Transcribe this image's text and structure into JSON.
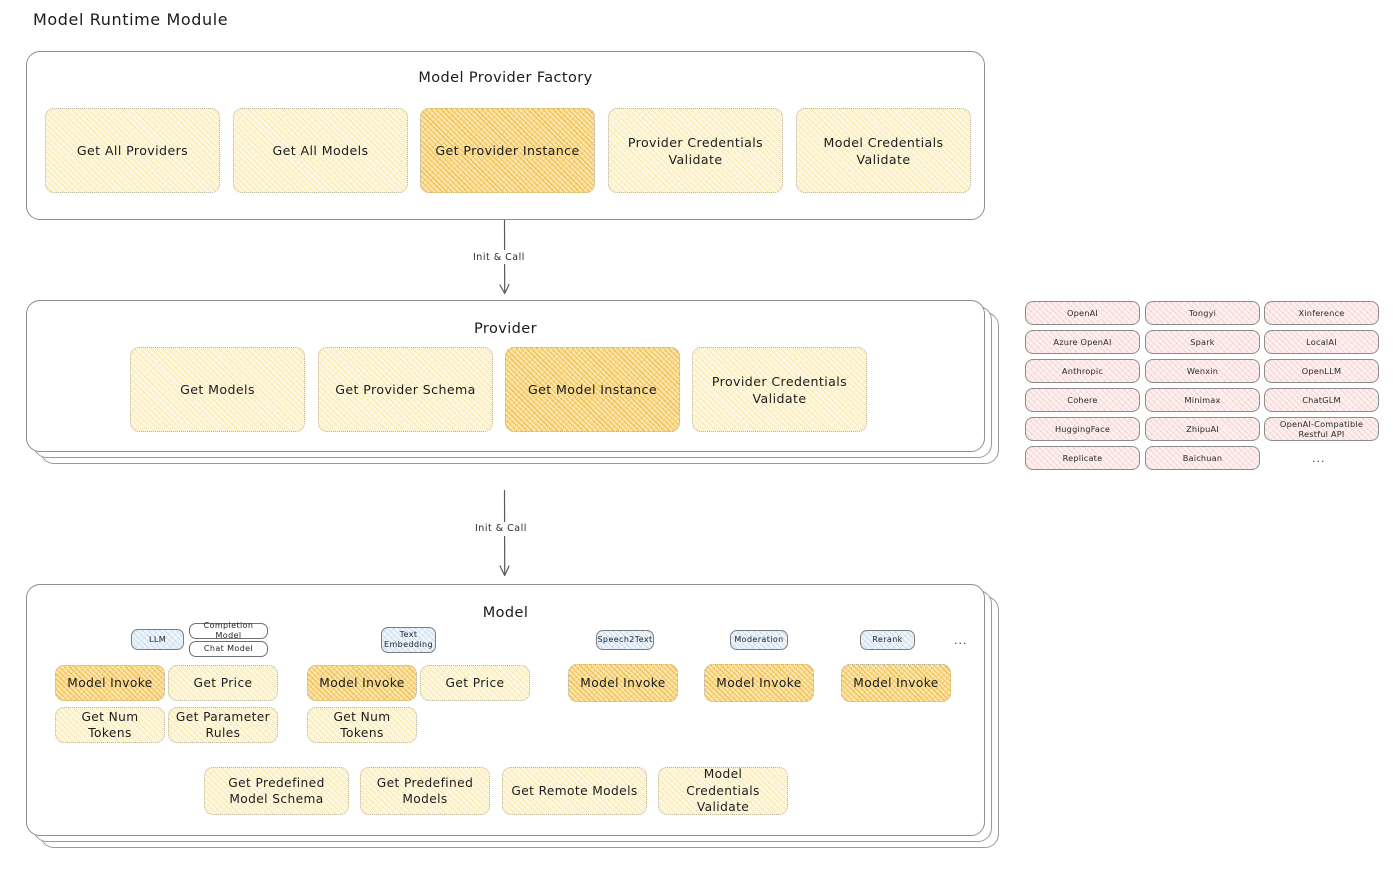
{
  "page": {
    "title": "Model Runtime Module"
  },
  "factory": {
    "title": "Model Provider Factory",
    "boxes": [
      {
        "label": "Get All Providers",
        "highlight": false
      },
      {
        "label": "Get All Models",
        "highlight": false
      },
      {
        "label": "Get Provider Instance",
        "highlight": true
      },
      {
        "label": "Provider Credentials Validate",
        "highlight": false
      },
      {
        "label": "Model Credentials Validate",
        "highlight": false
      }
    ]
  },
  "arrows": [
    {
      "label": "Init & Call"
    },
    {
      "label": "Init & Call"
    }
  ],
  "provider": {
    "title": "Provider",
    "boxes": [
      {
        "label": "Get Models",
        "highlight": false
      },
      {
        "label": "Get Provider Schema",
        "highlight": false
      },
      {
        "label": "Get Model Instance",
        "highlight": true
      },
      {
        "label": "Provider Credentials Validate",
        "highlight": false
      }
    ]
  },
  "provider_list": {
    "columns": [
      [
        "OpenAI",
        "Azure OpenAI",
        "Anthropic",
        "Cohere",
        "HuggingFace",
        "Replicate"
      ],
      [
        "Tongyi",
        "Spark",
        "Wenxin",
        "Minimax",
        "ZhipuAI",
        "Baichuan"
      ],
      [
        "Xinference",
        "LocalAI",
        "OpenLLM",
        "ChatGLM",
        "OpenAI-Compatible Restful API"
      ]
    ],
    "more": "..."
  },
  "model": {
    "title": "Model",
    "more": "...",
    "types": [
      {
        "name": "LLM",
        "subtags": [
          "Completion Model",
          "Chat Model"
        ]
      },
      {
        "name": "Text Embedding",
        "subtags": []
      },
      {
        "name": "Speech2Text",
        "subtags": []
      },
      {
        "name": "Moderation",
        "subtags": []
      },
      {
        "name": "Rerank",
        "subtags": []
      }
    ],
    "llm_methods": [
      {
        "label": "Model Invoke",
        "highlight": true
      },
      {
        "label": "Get Price",
        "highlight": false
      },
      {
        "label": "Get Num Tokens",
        "highlight": false
      },
      {
        "label": "Get Parameter Rules",
        "highlight": false
      }
    ],
    "embedding_methods": [
      {
        "label": "Model Invoke",
        "highlight": true
      },
      {
        "label": "Get Price",
        "highlight": false
      },
      {
        "label": "Get Num Tokens",
        "highlight": false
      }
    ],
    "speech2text_methods": [
      {
        "label": "Model Invoke",
        "highlight": true
      }
    ],
    "moderation_methods": [
      {
        "label": "Model Invoke",
        "highlight": true
      }
    ],
    "rerank_methods": [
      {
        "label": "Model Invoke",
        "highlight": true
      }
    ],
    "common_methods": [
      {
        "label": "Get Predefined Model Schema",
        "highlight": false
      },
      {
        "label": "Get Predefined Models",
        "highlight": false
      },
      {
        "label": "Get Remote Models",
        "highlight": false
      },
      {
        "label": "Model Credentials Validate",
        "highlight": false
      }
    ]
  },
  "colors": {
    "fill_yellow": "#fdf8e4",
    "fill_yellow_highlight": "#fbe6ab",
    "fill_pink": "#fdf1f1",
    "fill_blue": "#eef5fb",
    "stroke": "#8f8f8f",
    "text": "#1f1f1f"
  }
}
